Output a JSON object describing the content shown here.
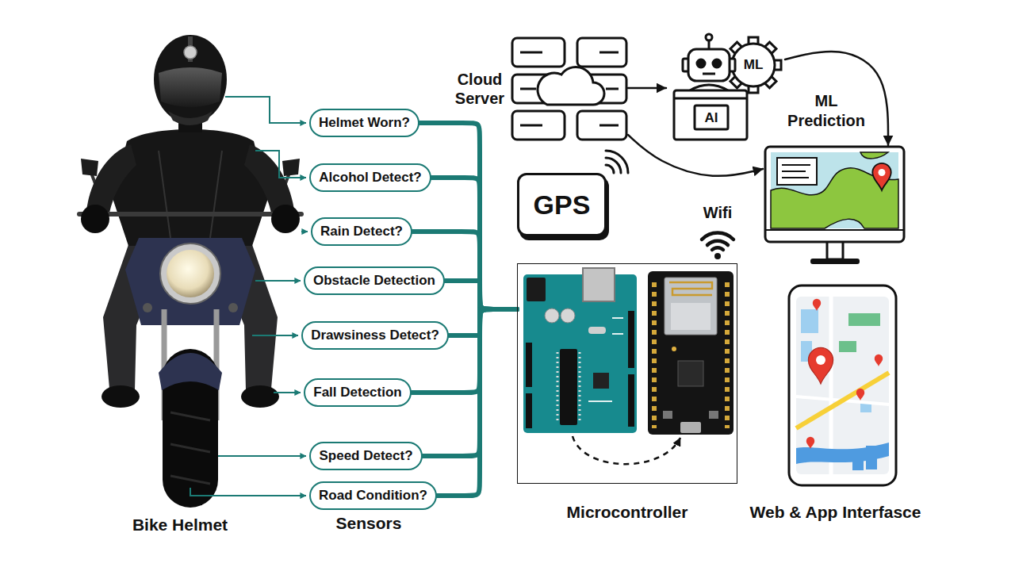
{
  "diagram": {
    "nodes": [
      {
        "text": [
          "Helmet Worn?"
        ]
      },
      {
        "text": [
          "Alcohol Detect?"
        ]
      },
      {
        "text": [
          "Rain Detect?"
        ]
      },
      {
        "text": [
          "Obstacle Detection"
        ]
      },
      {
        "text": [
          "Drawsiness Detect?"
        ]
      },
      {
        "text": [
          "Fall Detection"
        ]
      },
      {
        "text": [
          "Speed Detect?"
        ]
      },
      {
        "text": [
          "Road Condition?"
        ]
      },
      {
        "text": [
          "Cloud Server"
        ]
      },
      {
        "text": [
          "ML Prediction"
        ]
      },
      {
        "text": [
          "GPS"
        ]
      },
      {
        "text": [
          "Microcontroller"
        ]
      },
      {
        "text": [
          "Web & App Interfasce"
        ]
      }
    ],
    "edges": [
      {
        "from": 0,
        "to": 11,
        "arrow": "none"
      },
      {
        "from": 1,
        "to": 11,
        "arrow": "none"
      },
      {
        "from": 2,
        "to": 11,
        "arrow": "none"
      },
      {
        "from": 3,
        "to": 11,
        "arrow": "none"
      },
      {
        "from": 4,
        "to": 11,
        "arrow": "none"
      },
      {
        "from": 5,
        "to": 11,
        "arrow": "none"
      },
      {
        "from": 6,
        "to": 11,
        "arrow": "none"
      },
      {
        "from": 7,
        "to": 11,
        "arrow": "none"
      },
      {
        "from": 8,
        "to": 9,
        "arrow": "to"
      },
      {
        "from": 9,
        "to": 12,
        "arrow": "to"
      },
      {
        "from": 8,
        "to": 12,
        "arrow": "to"
      }
    ],
    "labels": [
      "Bike Helmet",
      "Sensors",
      "Wifi",
      "ML",
      "AI"
    ]
  }
}
